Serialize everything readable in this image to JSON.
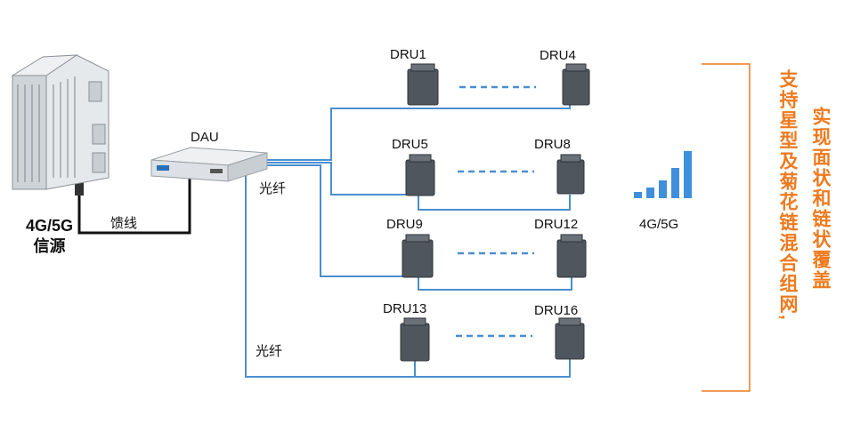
{
  "source": {
    "line1": "4G/5G",
    "line2": "信源"
  },
  "feeder_label": "馈线",
  "dau_label": "DAU",
  "fiber_label_top": "光纤",
  "fiber_label_bottom": "光纤",
  "dru_labels": [
    "DRU1",
    "DRU4",
    "DRU5",
    "DRU8",
    "DRU9",
    "DRU12",
    "DRU13",
    "DRU16"
  ],
  "signal_label": "4G/5G",
  "caption_col1": "支持星型及菊花链混合组网,",
  "caption_col2": "实现面状和链状覆盖",
  "colors": {
    "fiber": "#4a8fd0",
    "feeder": "#111111",
    "accent": "#ee7a1e",
    "signal": "#3f8fdc"
  }
}
